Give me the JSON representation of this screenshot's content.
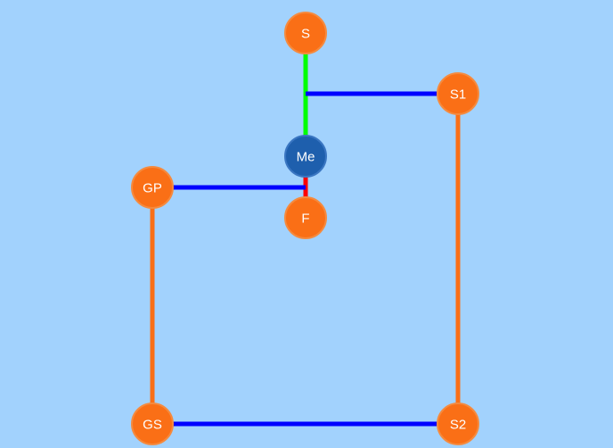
{
  "colors": {
    "background": "#a2d2fd",
    "node_default": "#fa6f16",
    "node_default_stroke": "#f58a3e",
    "node_self": "#1e5fad",
    "node_self_stroke": "#3a76c2",
    "edge_parent": "#00ff00",
    "edge_child": "#ff0000",
    "edge_partner": "#0000ff",
    "edge_lineage": "#fa6f16"
  },
  "nodes": [
    {
      "id": "S",
      "label": "S",
      "role": "default"
    },
    {
      "id": "S1",
      "label": "S1",
      "role": "default"
    },
    {
      "id": "Me",
      "label": "Me",
      "role": "self"
    },
    {
      "id": "GP",
      "label": "GP",
      "role": "default"
    },
    {
      "id": "F",
      "label": "F",
      "role": "default"
    },
    {
      "id": "GS",
      "label": "GS",
      "role": "default"
    },
    {
      "id": "S2",
      "label": "S2",
      "role": "default"
    }
  ],
  "edges": [
    {
      "from": "S",
      "to": "Me",
      "kind": "parent"
    },
    {
      "from": "S1",
      "to": "S-Me-junction",
      "kind": "partner"
    },
    {
      "from": "Me",
      "to": "F",
      "kind": "child"
    },
    {
      "from": "GP",
      "to": "Me-F-junction",
      "kind": "partner"
    },
    {
      "from": "S1",
      "to": "S2",
      "kind": "lineage"
    },
    {
      "from": "GP",
      "to": "GS",
      "kind": "lineage"
    },
    {
      "from": "GS",
      "to": "S2",
      "kind": "partner"
    }
  ]
}
